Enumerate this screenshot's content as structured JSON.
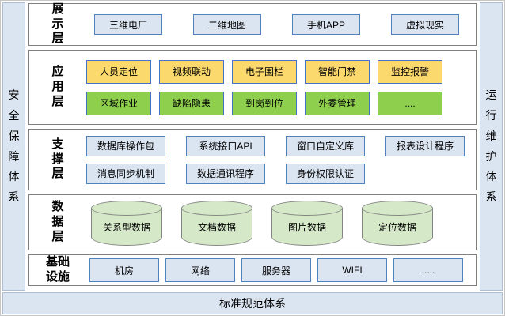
{
  "diagram": {
    "side_left": "安全保障体系",
    "side_right": "运行维护体系",
    "bottom": "标准规范体系"
  },
  "colors": {
    "panel_blue": "#dbe5f1",
    "box_blue_fill": "#dbe5f1",
    "box_blue_border": "#4f81bd",
    "box_yellow_fill": "#fbd96d",
    "box_green_fill": "#8ecf4d",
    "box_accent_border": "#4472c4",
    "cylinder_fill": "#d5e8c8",
    "cylinder_border": "#848484",
    "layer_border": "#7f7f7f"
  },
  "layers": [
    {
      "label": "展示层",
      "rows": [
        {
          "style": "blue",
          "items": [
            "三维电厂",
            "二维地图",
            "手机APP",
            "虚拟现实"
          ]
        }
      ]
    },
    {
      "label": "应用层",
      "rows": [
        {
          "style": "yellow",
          "items": [
            "人员定位",
            "视频联动",
            "电子围栏",
            "智能门禁",
            "监控报警"
          ]
        },
        {
          "style": "green",
          "items": [
            "区域作业",
            "缺陷隐患",
            "到岗到位",
            "外委管理",
            "...."
          ]
        }
      ]
    },
    {
      "label": "支撑层",
      "rows": [
        {
          "style": "blue",
          "items": [
            "数据库操作包",
            "系统接口API",
            "窗口自定义库",
            "报表设计程序"
          ]
        },
        {
          "style": "blue",
          "items": [
            "消息同步机制",
            "数据通讯程序",
            "身份权限认证"
          ]
        }
      ]
    },
    {
      "label": "数据层",
      "rows": [
        {
          "style": "cylinder",
          "items": [
            "关系型数据",
            "文档数据",
            "图片数据",
            "定位数据"
          ]
        }
      ]
    },
    {
      "label": "基础设施",
      "rows": [
        {
          "style": "blue",
          "items": [
            "机房",
            "网络",
            "服务器",
            "WIFI",
            "....."
          ]
        }
      ]
    }
  ]
}
